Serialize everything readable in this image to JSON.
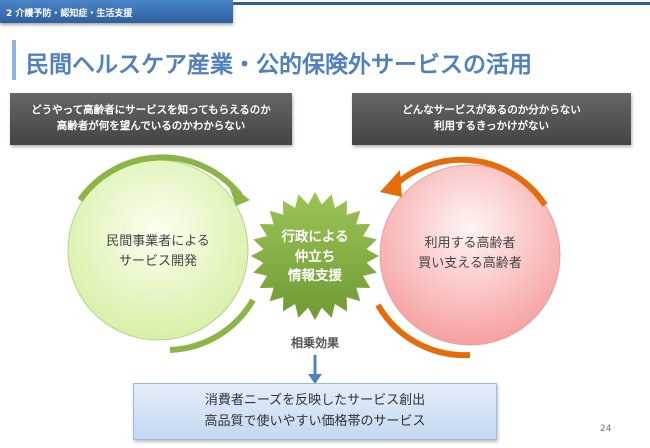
{
  "header": {
    "section": "2  介護予防・認知症・生活支援"
  },
  "title": "民間ヘルスケア産業・公的保険外サービスの活用",
  "left_box": {
    "lines": [
      "どうやって高齢者にサービスを知ってもらえるのか",
      "高齢者が何を望んでいるのかわからない"
    ]
  },
  "right_box": {
    "lines": [
      "どんなサービスがあるのか分からない",
      "利用するきっかけがない"
    ]
  },
  "left_circle": {
    "lines": [
      "民間事業者による",
      "サービス開発"
    ]
  },
  "right_circle": {
    "lines": [
      "利用する高齢者",
      "買い支える高齢者"
    ]
  },
  "center": {
    "lines": [
      "行政による",
      "仲立ち",
      "情報支援"
    ]
  },
  "synergy": "相乗効果",
  "result_box": {
    "lines": [
      "消費者ニーズを反映したサービス創出",
      "高品質で使いやすい価格帯のサービス"
    ]
  },
  "page_number": "24",
  "colors": {
    "accent": "#4f81bd",
    "green": "#8cb447",
    "orange": "#e46c0a"
  }
}
